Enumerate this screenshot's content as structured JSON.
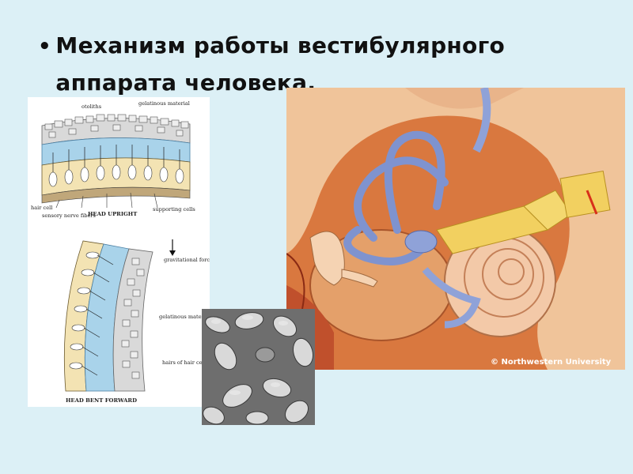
{
  "slide": {
    "bullet_glyph": "•",
    "title": "Механизм работы вестибулярного аппарата человека."
  },
  "diagram": {
    "labels": {
      "otoliths": "otoliths",
      "gelatinous_material": "gelatinous material",
      "hair_cell": "hair cell",
      "sensory_nerve_fibers": "sensory nerve fibers",
      "head_upright": "HEAD UPRIGHT",
      "supporting_cells": "supporting cells",
      "gravitational_force": "gravitational force",
      "gelatinous_pulled": "gelatinous material pulled downward",
      "hairs_bent": "hairs of hair cells bent",
      "head_bent_forward": "HEAD BENT FORWARD"
    }
  },
  "ear_illustration": {
    "copyright": "© Northwestern University"
  },
  "micrograph": {
    "icon": "otoconia-micrograph"
  },
  "colors": {
    "background": "#dcf0f6",
    "text": "#111111"
  }
}
